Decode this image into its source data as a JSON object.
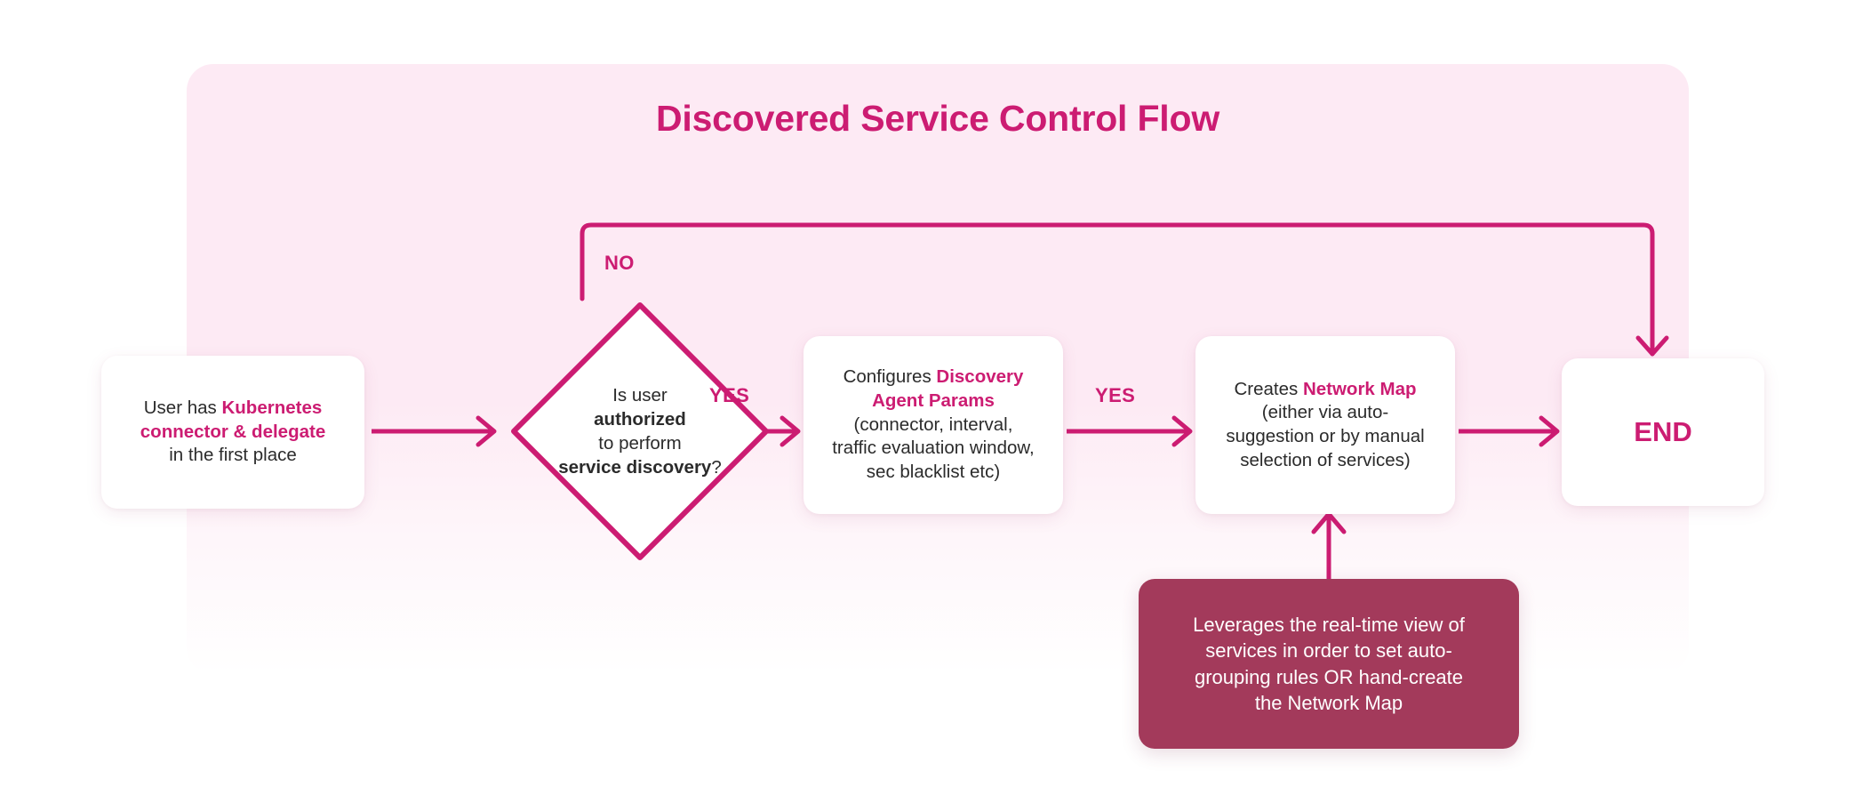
{
  "diagram": {
    "title": "Discovered Service Control Flow",
    "accent_color": "#cc1c72",
    "panel_color": "#fdeaf4",
    "note_color": "#a33a5b",
    "nodes": {
      "start": {
        "line1_plain": "User has ",
        "line1_highlight": "Kubernetes",
        "line2_highlight": "connector & delegate",
        "line3_plain": "in the first place"
      },
      "decision": {
        "line1_plain": "Is user",
        "line2_highlight": "authorized",
        "line3_plain": "to perform",
        "line4_highlight": "service discovery",
        "line4_suffix": "?"
      },
      "params": {
        "line1_plain": "Configures ",
        "line1_highlight": "Discovery",
        "line2_highlight": "Agent Params",
        "line3_plain": "(connector, interval,",
        "line4_plain": "traffic evaluation window,",
        "line5_plain": "sec blacklist etc)"
      },
      "netmap": {
        "line1_plain": "Creates ",
        "line1_highlight": "Network Map",
        "line2_plain": "(either via auto-",
        "line3_plain": "suggestion or by manual",
        "line4_plain": "selection of services)"
      },
      "end": {
        "label": "END"
      },
      "note": {
        "line1": "Leverages the real-time view of",
        "line2": "services in order to set auto-",
        "line3": "grouping rules OR hand-create",
        "line4": "the Network Map"
      }
    },
    "edge_labels": {
      "no": "NO",
      "yes_first": "YES",
      "yes_second": "YES"
    }
  }
}
